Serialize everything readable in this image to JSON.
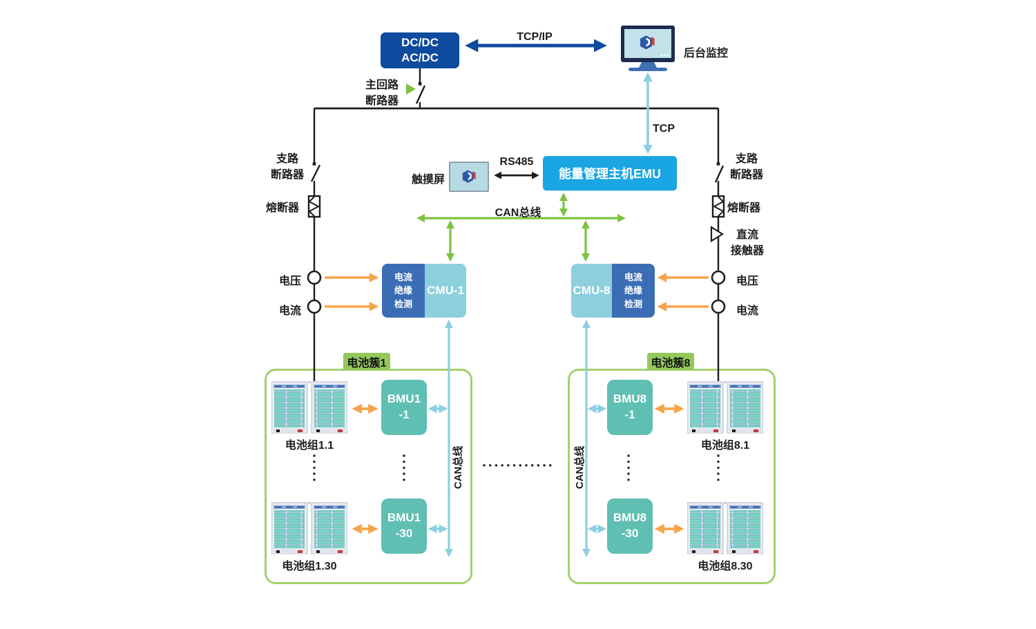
{
  "colors": {
    "dark_blue": "#0e4a9d",
    "bright_blue": "#19a6e2",
    "cyan": "#8ecfe0",
    "green": "#7dc242",
    "cluster_border": "#a5d06c",
    "cluster_label_bg": "#93c95c",
    "orange": "#f6a44c",
    "teal": "#5fbfb2",
    "cmu_dark": "#3b6db5",
    "cmu_light": "#8ccfdd",
    "ink": "#1d1d1d"
  },
  "top": {
    "pcs_line1": "DC/DC",
    "pcs_line2": "AC/DC",
    "tcp_ip": "TCP/IP",
    "monitor_label": "后台监控",
    "main_breaker_line1": "主回路",
    "main_breaker_line2": "断路器",
    "tcp": "TCP"
  },
  "middle": {
    "touch_screen": "触摸屏",
    "rs485": "RS485",
    "emu": "能量管理主机EMU",
    "can_bus": "CAN总线"
  },
  "left_branch": {
    "breaker_line1": "支路",
    "breaker_line2": "断路器",
    "fuse": "熔断器",
    "voltage": "电压",
    "current": "电流"
  },
  "right_branch": {
    "breaker_line1": "支路",
    "breaker_line2": "断路器",
    "fuse": "熔断器",
    "contactor_line1": "直流",
    "contactor_line2": "接触器",
    "voltage": "电压",
    "current": "电流"
  },
  "cmu_left": {
    "label": "CMU-1",
    "detect_line1": "电流",
    "detect_line2": "绝缘",
    "detect_line3": "检测"
  },
  "cmu_right": {
    "label": "CMU-8",
    "detect_line1": "电流",
    "detect_line2": "绝缘",
    "detect_line3": "检测"
  },
  "cluster_left": {
    "title": "电池簇1",
    "can_bus": "CAN总线",
    "bmu_top_line1": "BMU1",
    "bmu_top_line2": "-1",
    "bmu_bottom_line1": "BMU1",
    "bmu_bottom_line2": "-30",
    "pack_top": "电池组1.1",
    "pack_bottom": "电池组1.30"
  },
  "cluster_right": {
    "title": "电池簇8",
    "can_bus": "CAN总线",
    "bmu_top_line1": "BMU8",
    "bmu_top_line2": "-1",
    "bmu_bottom_line1": "BMU8",
    "bmu_bottom_line2": "-30",
    "pack_top": "电池组8.1",
    "pack_bottom": "电池组8.30"
  }
}
